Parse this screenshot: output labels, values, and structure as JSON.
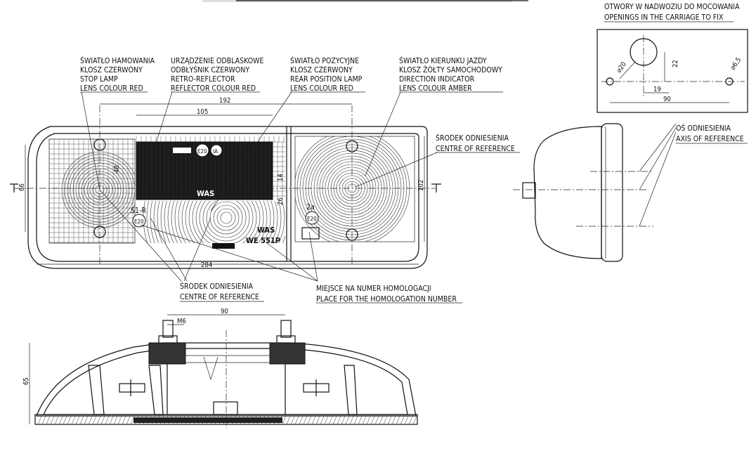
{
  "callouts": {
    "stop_lamp": [
      "ŚWIATŁO HAMOWANIA",
      "KLOSZ CZERWONY",
      "STOP LAMP",
      "LENS COLOUR RED"
    ],
    "retro_reflector": [
      "URZĄDZENIE ODBLASKOWE",
      "ODBŁYŚNIK CZERWONY",
      "RETRO-REFLECTOR",
      "REFLECTOR COLOUR RED"
    ],
    "rear_position": [
      "ŚWIATŁO POZYCYJNE",
      "KLOSZ CZERWONY",
      "REAR POSITION LAMP",
      "LENS COLOUR RED"
    ],
    "direction_indicator": [
      "ŚWIATŁO KIERUNKU JAZDY",
      "KLOSZ ŻÓŁTY SAMOCHODOWY",
      "DIRECTION INDICATOR",
      "LENS COLOUR AMBER"
    ],
    "centre_right": [
      "ŚRODEK ODNIESIENIA",
      "CENTRE OF REFERENCE"
    ],
    "centre_bottom": [
      "ŚRODEK ODNIESIENIA",
      "CENTRE OF REFERENCE"
    ],
    "homologation": [
      "MIEJSCE NA NUMER HOMOLOGACJI",
      "PLACE FOR THE HOMOLOGATION NUMBER"
    ],
    "openings": [
      "OTWORY W NADWOZIU DO MOCOWANIA",
      "OPENINGS IN THE CARRIAGE TO FIX"
    ],
    "axis_ref": [
      "OŚ ODNIESIENIA",
      "AXIS OF REFERENCE"
    ]
  },
  "dimensions": {
    "front_192": "192",
    "front_105": "105",
    "front_284": "284",
    "front_66": "66",
    "front_102": "102",
    "front_48": "48",
    "front_14": "14",
    "front_26": "26",
    "holes_20": "⌀20",
    "holes_65": "⌀6,5",
    "holes_22": "22",
    "holes_19": "19",
    "holes_90": "90",
    "section_90": "90",
    "section_m6": "M6",
    "section_65": "65"
  },
  "markings": {
    "e20_top": "E20",
    "ia_top": "IA",
    "was_top": "WAS",
    "s1r": "S1-R",
    "e20_left": "E20",
    "was_bottom": "WAS",
    "we_number": "WE 551P",
    "two_a": "2a",
    "e20_right": "E20"
  },
  "colors": {
    "ink": "#111111",
    "paper": "#ffffff",
    "reflector_fill": "#1a1a1a"
  }
}
